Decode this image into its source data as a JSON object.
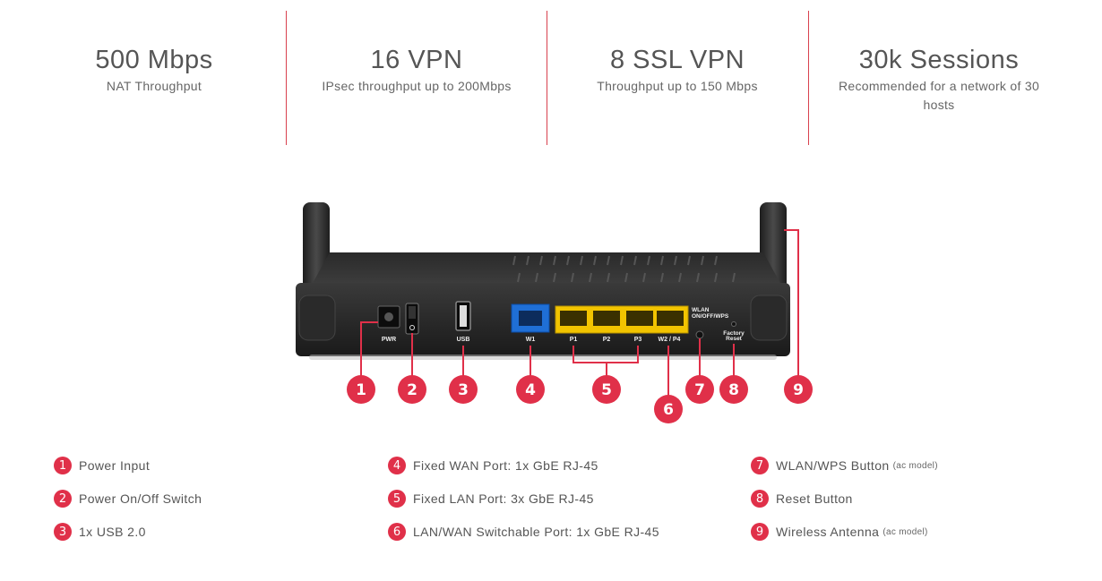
{
  "stats": [
    {
      "value": "500 Mbps",
      "label": "NAT Throughput"
    },
    {
      "value": "16 VPN",
      "label": "IPsec throughput up to 200Mbps"
    },
    {
      "value": "8 SSL VPN",
      "label": "Throughput up to 150 Mbps"
    },
    {
      "value": "30k Sessions",
      "label": "Recommended for a network of 30 hosts"
    }
  ],
  "panel_labels": {
    "pwr": "PWR",
    "usb": "USB",
    "w1": "W1",
    "p1": "P1",
    "p2": "P2",
    "p3": "P3",
    "w2p4": "W2 / P4",
    "wlan1": "WLAN",
    "wlan2": "ON/OFF/WPS",
    "factory1": "Factory",
    "factory2": "Reset"
  },
  "callouts": [
    "1",
    "2",
    "3",
    "4",
    "5",
    "6",
    "7",
    "8",
    "9"
  ],
  "legend": [
    {
      "num": "1",
      "text": "Power Input",
      "note": ""
    },
    {
      "num": "2",
      "text": "Power On/Off Switch",
      "note": ""
    },
    {
      "num": "3",
      "text": "1x USB 2.0",
      "note": ""
    },
    {
      "num": "4",
      "text": "Fixed WAN Port: 1x GbE RJ-45",
      "note": ""
    },
    {
      "num": "5",
      "text": "Fixed LAN Port: 3x GbE RJ-45",
      "note": ""
    },
    {
      "num": "6",
      "text": "LAN/WAN Switchable Port: 1x GbE RJ-45",
      "note": ""
    },
    {
      "num": "7",
      "text": "WLAN/WPS Button",
      "note": "(ac model)"
    },
    {
      "num": "8",
      "text": "Reset Button",
      "note": ""
    },
    {
      "num": "9",
      "text": "Wireless Antenna",
      "note": "(ac model)"
    }
  ],
  "colors": {
    "accent": "#e03049",
    "divider": "#d9414e",
    "wan_port": "#1f6fd6",
    "lan_port": "#f2c400"
  }
}
